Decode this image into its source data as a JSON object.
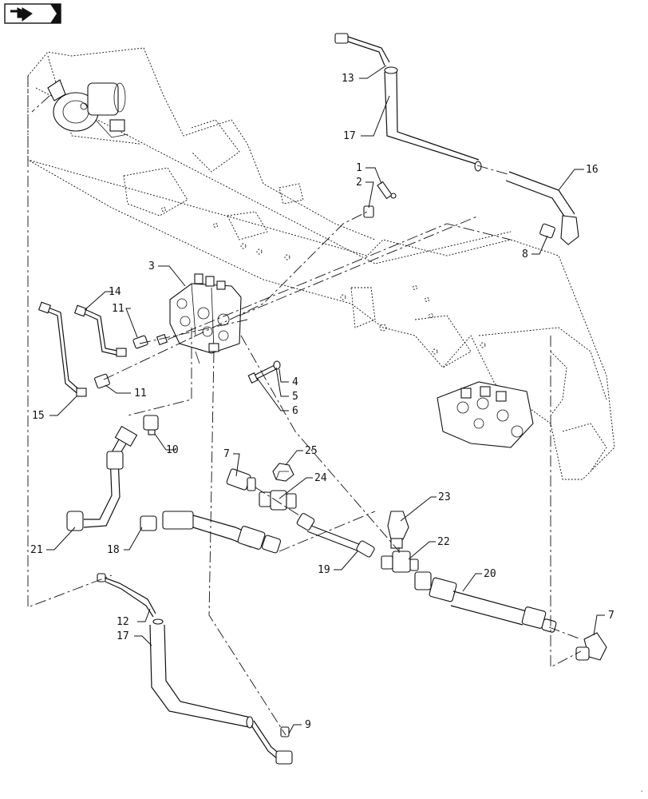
{
  "callouts": {
    "c1": "1",
    "c2": "2",
    "c3": "3",
    "c4": "4",
    "c5": "5",
    "c6": "6",
    "c7a": "7",
    "c7b": "7",
    "c8": "8",
    "c9": "9",
    "c10": "10",
    "c11a": "11",
    "c11b": "11",
    "c12": "12",
    "c13": "13",
    "c14": "14",
    "c15": "15",
    "c16": "16",
    "c17a": "17",
    "c17b": "17",
    "c18": "18",
    "c19": "19",
    "c20": "20",
    "c21": "21",
    "c22": "22",
    "c23": "23",
    "c24": "24",
    "c25": "25"
  },
  "icons": {
    "nav": "back-arrow-icon"
  }
}
